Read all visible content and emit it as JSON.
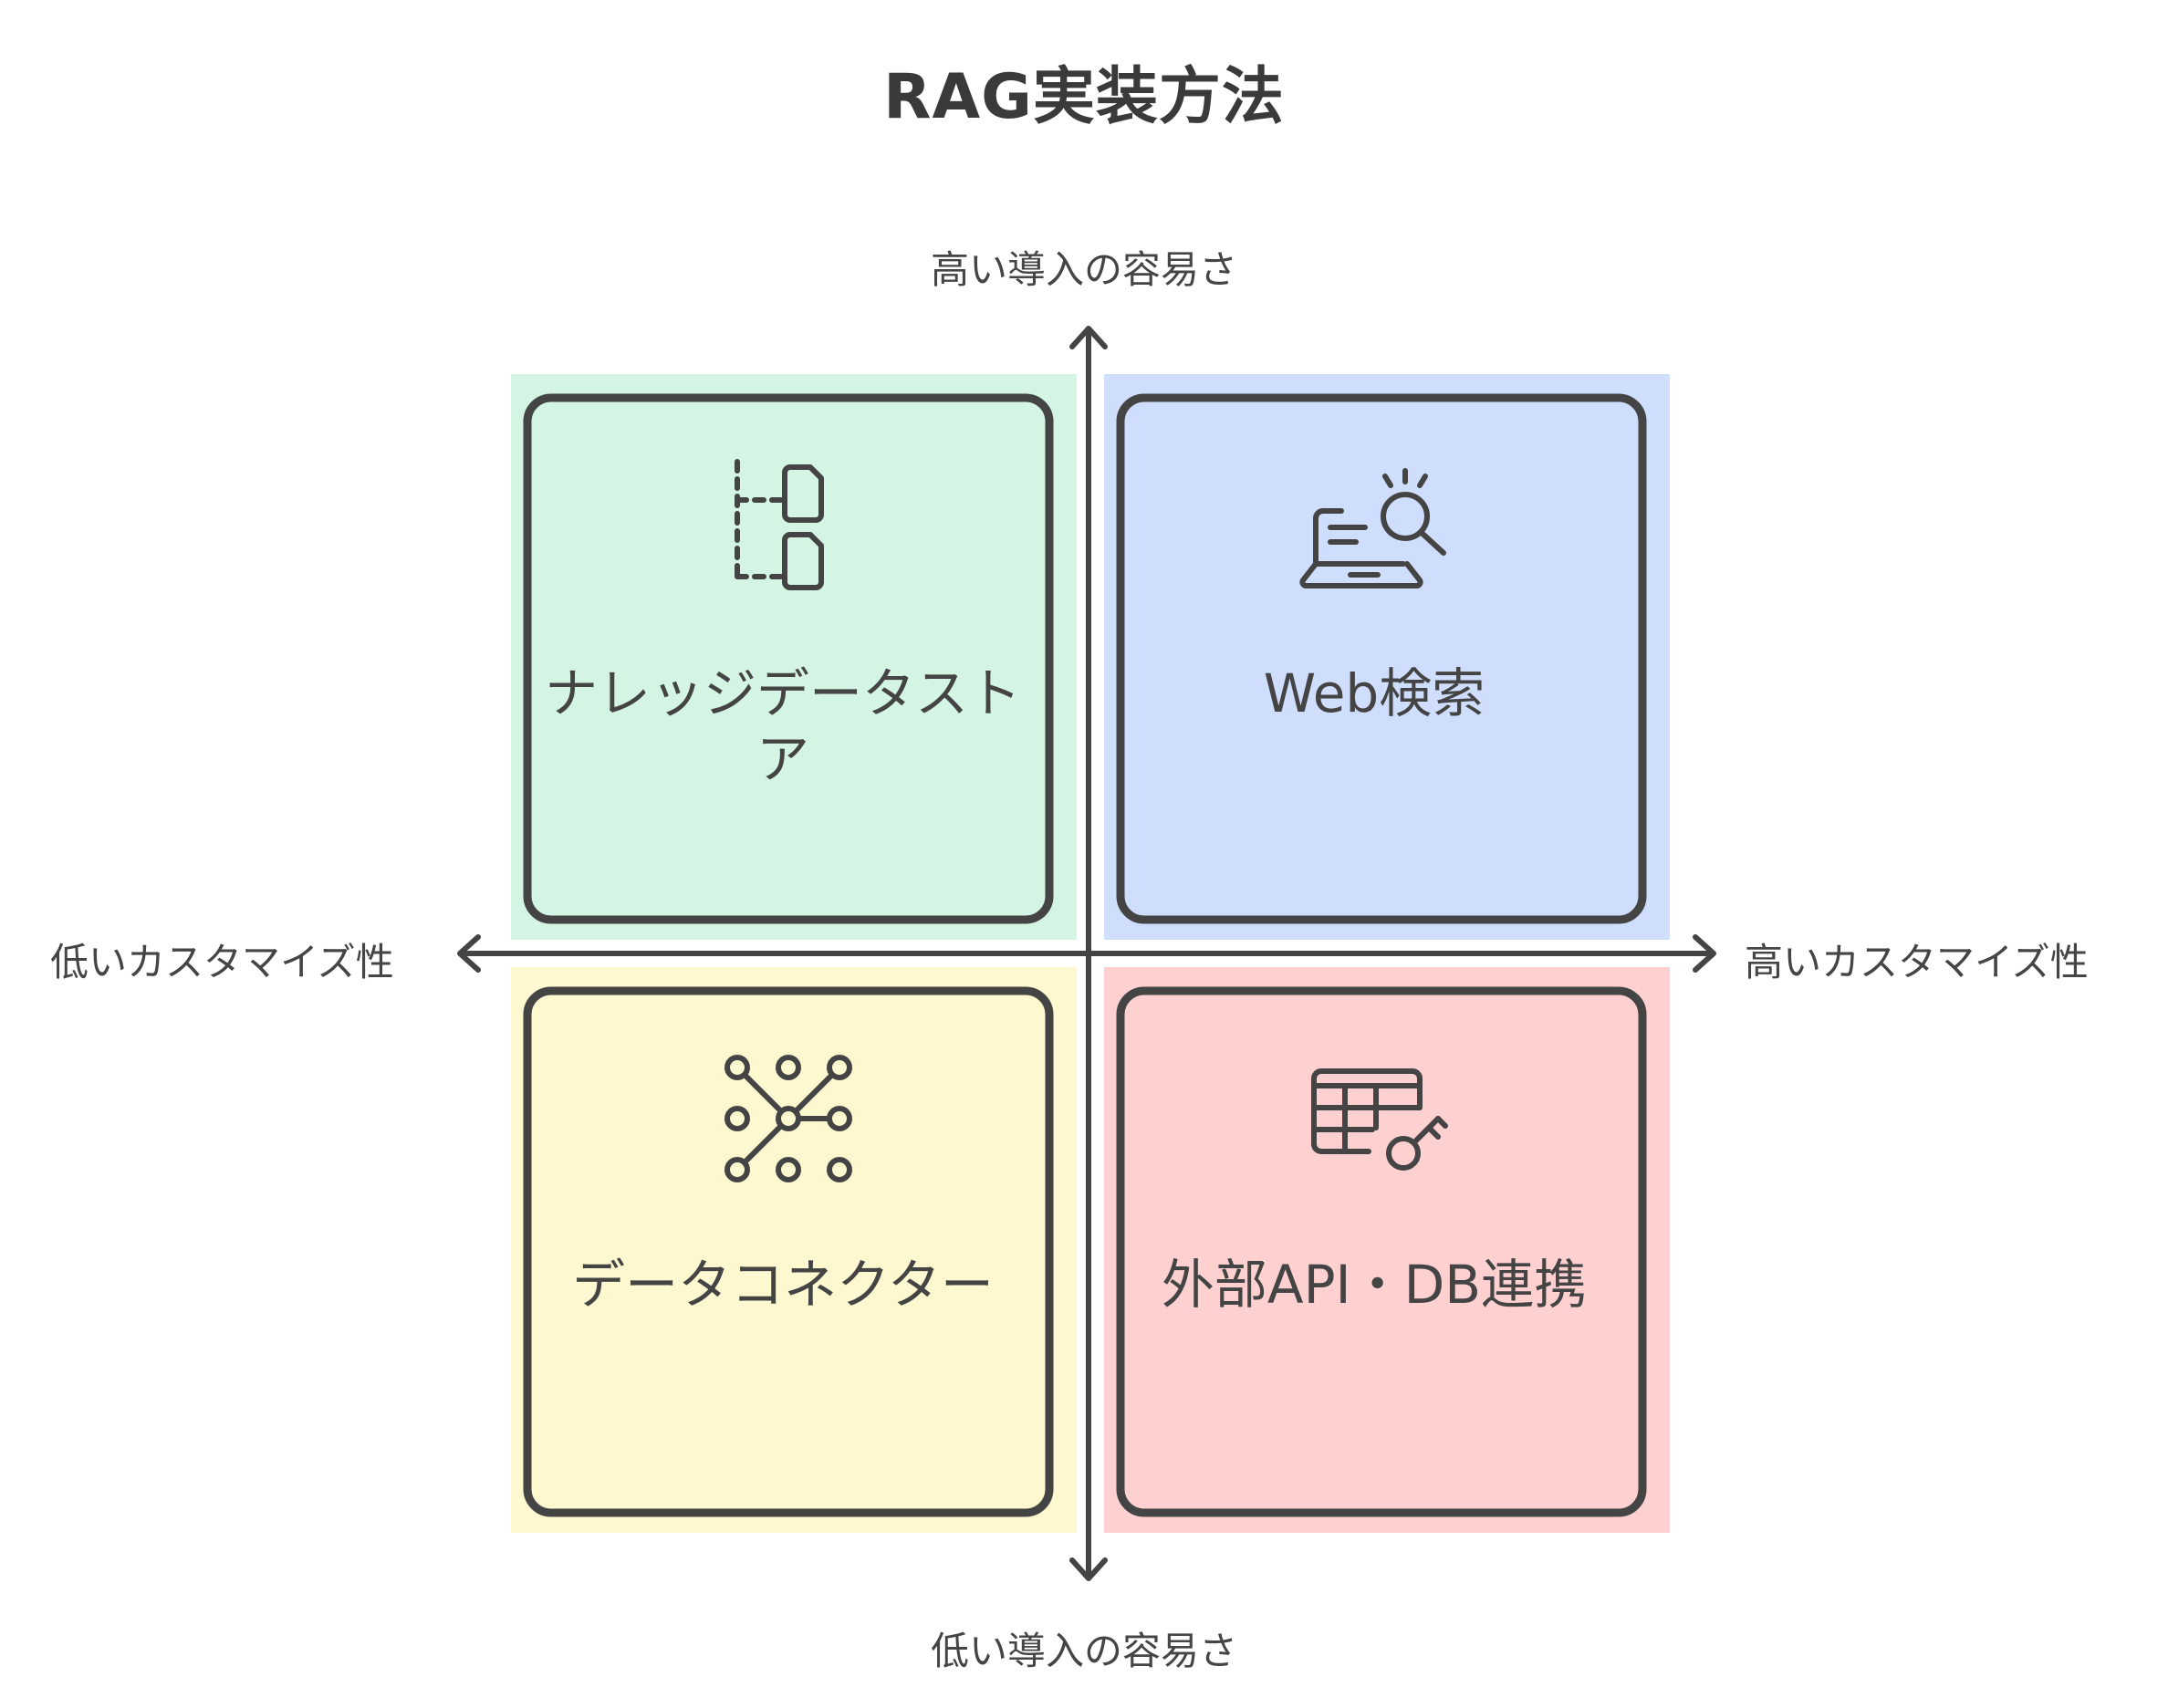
{
  "title": "RAG実装方法",
  "axes": {
    "top": "高い導入の容易さ",
    "bottom": "低い導入の容易さ",
    "left": "低いカスタマイズ性",
    "right": "高いカスタマイズ性"
  },
  "quadrants": {
    "top_left": {
      "label": "ナレッジデータストア",
      "icon": "document-hierarchy-icon",
      "color": "#d4f5e4"
    },
    "top_right": {
      "label": "Web検索",
      "icon": "laptop-search-icon",
      "color": "#cfdefd"
    },
    "bottom_left": {
      "label": "データコネクター",
      "icon": "network-connector-icon",
      "color": "#fdf8cf"
    },
    "bottom_right": {
      "label": "外部API・DB連携",
      "icon": "database-key-icon",
      "color": "#fed1d0"
    }
  },
  "colors": {
    "stroke": "#444444"
  }
}
